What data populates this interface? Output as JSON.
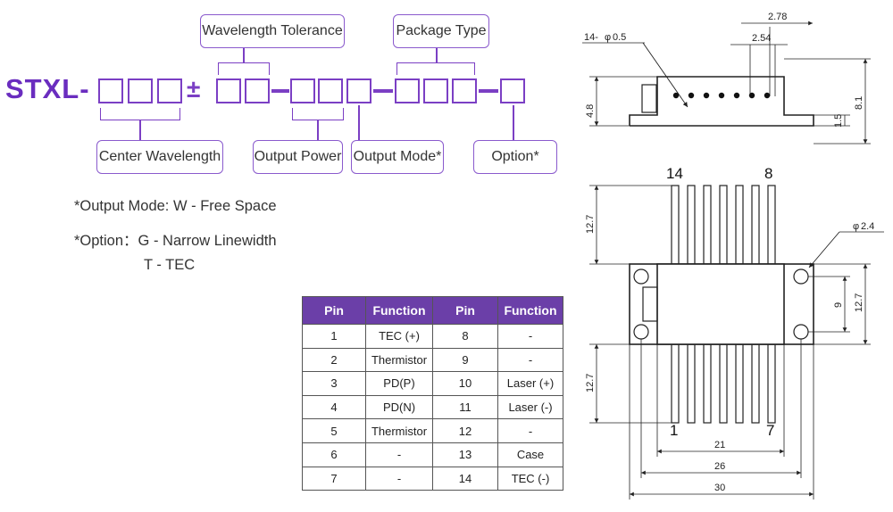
{
  "part_code": {
    "prefix": "STXL-",
    "plus_minus": "±",
    "labels": {
      "wavelength_tolerance": "Wavelength Tolerance",
      "package_type": "Package Type",
      "center_wavelength": "Center Wavelength",
      "output_power": "Output Power",
      "output_mode": "Output Mode*",
      "option": "Option*"
    }
  },
  "notes": {
    "output_mode": "*Output Mode: W - Free Space",
    "option_g": "*Option：G - Narrow Linewidth",
    "option_t": "T - TEC"
  },
  "pin_table": {
    "headers": [
      "Pin",
      "Function",
      "Pin",
      "Function"
    ],
    "rows": [
      [
        "1",
        "TEC (+)",
        "8",
        "-"
      ],
      [
        "2",
        "Thermistor",
        "9",
        "-"
      ],
      [
        "3",
        "PD(P)",
        "10",
        "Laser (+)"
      ],
      [
        "4",
        "PD(N)",
        "11",
        "Laser (-)"
      ],
      [
        "5",
        "Thermistor",
        "12",
        "-"
      ],
      [
        "6",
        "-",
        "13",
        "Case"
      ],
      [
        "7",
        "-",
        "14",
        "TEC (-)"
      ]
    ],
    "header_color": "#6b3fa8"
  },
  "drawing": {
    "top_view": {
      "dim_278": "2.78",
      "dim_254": "2.54",
      "dim_pins": "14-",
      "dim_pin_dia": "0.5",
      "dim_48": "4.8",
      "dim_81": "8.1",
      "dim_15": "1.5"
    },
    "bottom_view": {
      "pin_14": "14",
      "pin_8": "8",
      "pin_1": "1",
      "pin_7": "7",
      "dim_127_top": "12.7",
      "dim_127_bottom": "12.7",
      "dim_hole": "2.4",
      "dim_9": "9",
      "dim_127_right": "12.7",
      "dim_21": "21",
      "dim_26": "26",
      "dim_30": "30"
    }
  },
  "accent_color": "#7b3fc4"
}
